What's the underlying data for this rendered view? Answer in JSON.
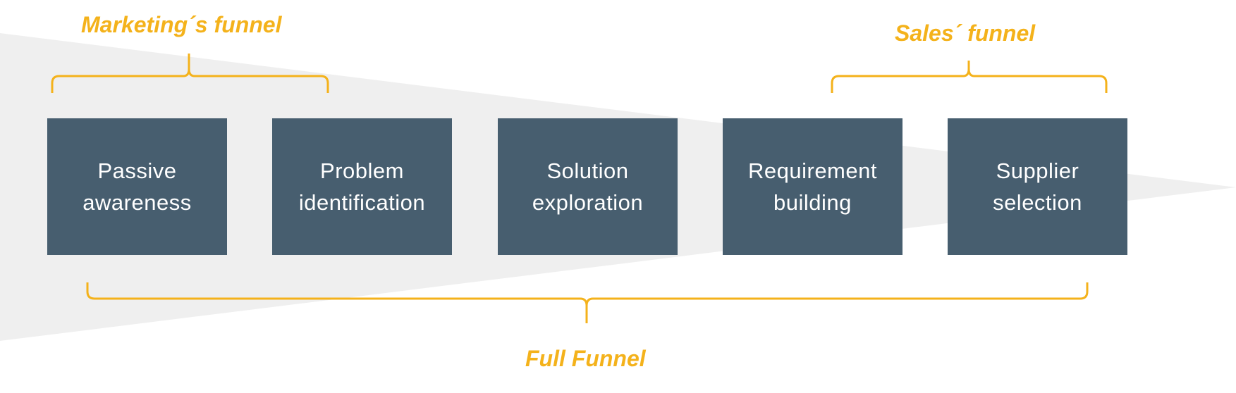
{
  "diagram": {
    "colors": {
      "box": "#475e6f",
      "box_text": "#ffffff",
      "accent": "#f4b21b",
      "funnel_shape": "#efefef"
    },
    "stages": [
      {
        "label": "Passive\nawareness"
      },
      {
        "label": "Problem\nidentification"
      },
      {
        "label": "Solution\nexploration"
      },
      {
        "label": "Requirement\nbuilding"
      },
      {
        "label": "Supplier\nselection"
      }
    ],
    "groups": {
      "marketing": {
        "label": "Marketing´s funnel"
      },
      "sales": {
        "label": "Sales´ funnel"
      },
      "full": {
        "label": "Full Funnel"
      }
    }
  }
}
